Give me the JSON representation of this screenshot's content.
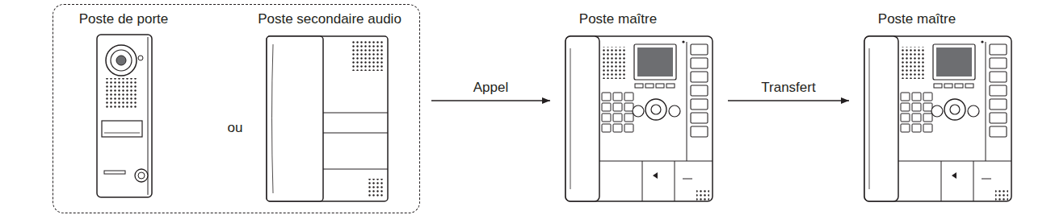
{
  "diagram": {
    "nodes": [
      {
        "text": [
          "ou"
        ]
      },
      {
        "text": [
          "Poste de porte"
        ],
        "in": 0
      },
      {
        "text": [
          "Poste secondaire audio"
        ],
        "in": 0
      },
      {
        "text": [
          "Poste maître"
        ]
      },
      {
        "text": [
          "Poste maître"
        ]
      }
    ],
    "edges": [
      {
        "from": 0,
        "to": 3,
        "arrow": "to",
        "label": "Appel"
      },
      {
        "from": 3,
        "to": 4,
        "arrow": "to",
        "label": "Transfert"
      }
    ]
  }
}
